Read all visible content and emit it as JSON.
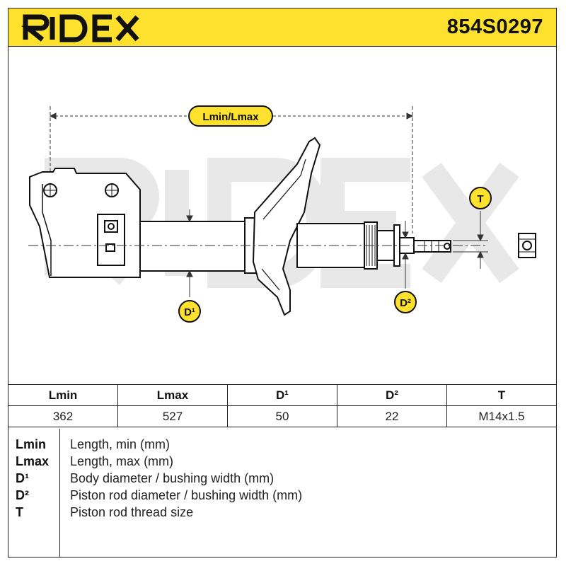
{
  "brand": {
    "name": "RIDEX",
    "accent_color": "#fde12d"
  },
  "header": {
    "part_number": "854S0297"
  },
  "diagram": {
    "labels": {
      "length": "Lmin/Lmax",
      "body_diameter": "D¹",
      "rod_diameter": "D²",
      "thread": "T"
    },
    "watermark": "RIDEX"
  },
  "spec_table": {
    "headers": [
      "Lmin",
      "Lmax",
      "D¹",
      "D²",
      "T"
    ],
    "values": [
      "362",
      "527",
      "50",
      "22",
      "M14x1.5"
    ]
  },
  "legend": [
    {
      "key": "Lmin",
      "desc": "Length, min (mm)"
    },
    {
      "key": "Lmax",
      "desc": "Length, max (mm)"
    },
    {
      "key": "D¹",
      "desc": "Body diameter / bushing width (mm)"
    },
    {
      "key": "D²",
      "desc": "Piston rod diameter / bushing width (mm)"
    },
    {
      "key": "T",
      "desc": "Piston rod thread size"
    }
  ]
}
